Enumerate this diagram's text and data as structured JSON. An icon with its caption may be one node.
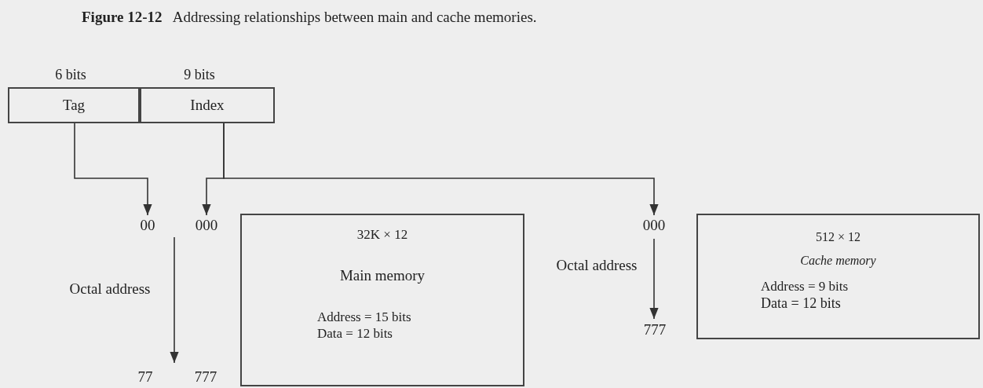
{
  "diagram": {
    "title": "**Figure 12-12**   Addressing relationships between main and cache memories.",
    "nodes": [
      {
        "text": [
          "Tag"
        ],
        "beside": [
          "6 bits"
        ]
      },
      {
        "text": [
          "Index"
        ],
        "beside": [
          "9 bits"
        ]
      },
      {
        "text": [
          "00"
        ]
      },
      {
        "text": [
          "000"
        ]
      },
      {
        "text": [
          "000"
        ]
      },
      {
        "text": [
          "32K × 12",
          "Main memory",
          "Address = 15 bits",
          "Data = 12 bits"
        ]
      },
      {
        "text": [
          "512 × 12",
          "Cache memory",
          "Address = 9 bits",
          "Data = 12 bits"
        ]
      }
    ],
    "edges": [
      {
        "from": 0,
        "to": 2,
        "arrow": "to"
      },
      {
        "from": 1,
        "to": 3,
        "arrow": "to"
      },
      {
        "from": 1,
        "to": 4,
        "arrow": "to"
      }
    ],
    "labels": [
      "Octal address",
      "77",
      "777",
      "Octal address",
      "777"
    ]
  }
}
